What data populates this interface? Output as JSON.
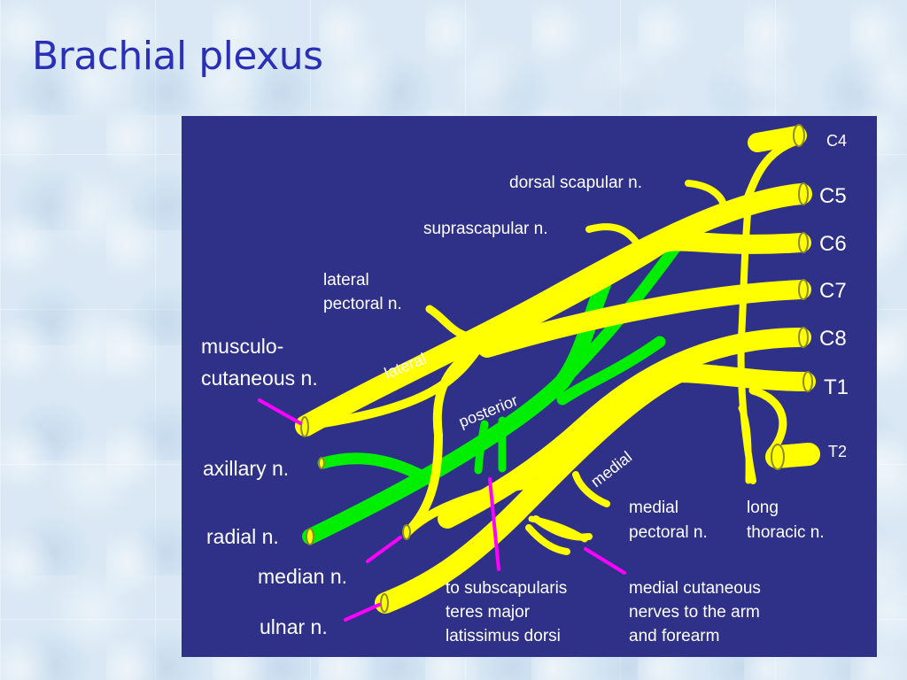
{
  "slide": {
    "title": "Brachial plexus"
  },
  "diagram": {
    "colors": {
      "background": "#2e3187",
      "nerve": "#ffff00",
      "posterior_cord": "#00ee00",
      "pointer": "#ff00ff",
      "label": "#ffffff"
    },
    "roots": {
      "c4": "C4",
      "c5": "C5",
      "c6": "C6",
      "c7": "C7",
      "c8": "C8",
      "t1": "T1",
      "t2": "T2"
    },
    "cords": {
      "lateral": "lateral",
      "posterior": "posterior",
      "medial": "medial"
    },
    "labels": {
      "dorsal_scapular": "dorsal scapular n.",
      "suprascapular": "suprascapular n.",
      "lateral_pectoral": [
        "lateral",
        "pectoral n."
      ],
      "musculocutaneous": [
        "musculo-",
        "cutaneous n."
      ],
      "axillary": "axillary n.",
      "radial": "radial n.",
      "median": "median n.",
      "ulnar": "ulnar n.",
      "subscapularis": [
        "to subscapularis",
        "teres major",
        "latissimus dorsi"
      ],
      "medial_pectoral": [
        "medial",
        "pectoral n."
      ],
      "long_thoracic": [
        "long",
        "thoracic n."
      ],
      "medial_cutaneous": [
        "medial cutaneous",
        "nerves to the arm",
        "and forearm"
      ]
    }
  }
}
